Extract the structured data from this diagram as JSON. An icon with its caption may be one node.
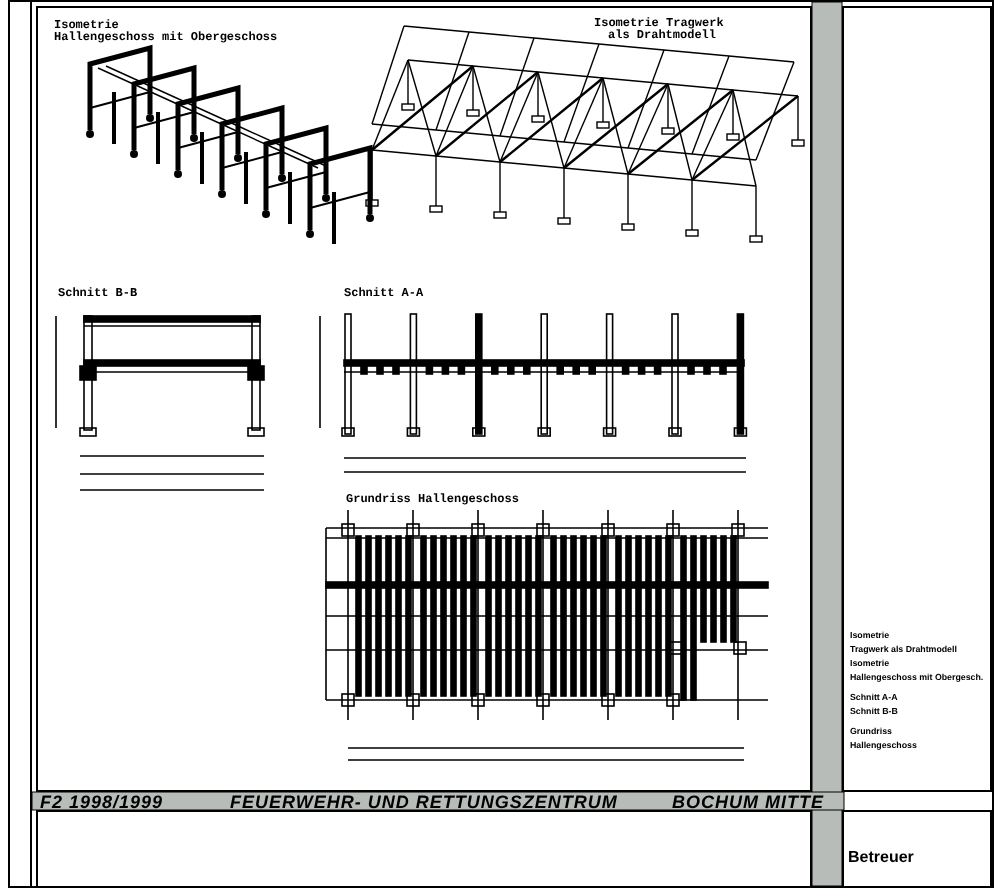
{
  "diagram": {
    "title": "FEUERWEHR- UND RETTUNGSZENTRUM",
    "labels": [
      "Isometrie",
      "Hallengeschoss mit Obergeschoss",
      "Isometrie Tragwerk",
      "als Drahtmodell",
      "Schnitt B-B",
      "Schnitt A-A",
      "Grundriss Hallengeschoss",
      "F2 1998/1999",
      "BOCHUM MITTE",
      "Isometrie",
      "Tragwerk als Drahtmodell",
      "Isometrie",
      "Hallengeschoss mit Obergesch.",
      "Schnitt A-A",
      "Schnitt B-B",
      "Grundriss",
      "Hallengeschoss",
      "Betreuer"
    ]
  }
}
